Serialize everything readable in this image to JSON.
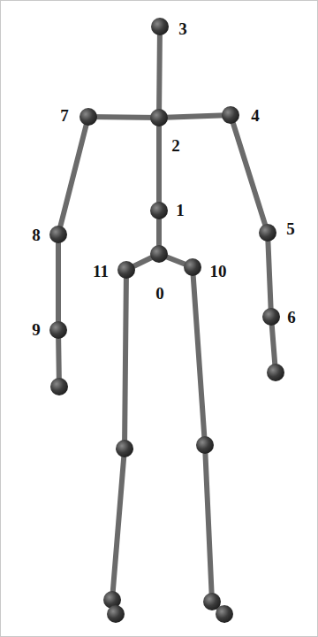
{
  "diagram": {
    "labels": [
      "3",
      "7",
      "2",
      "4",
      "1",
      "8",
      "11",
      "0",
      "10",
      "5",
      "9",
      "6"
    ]
  }
}
